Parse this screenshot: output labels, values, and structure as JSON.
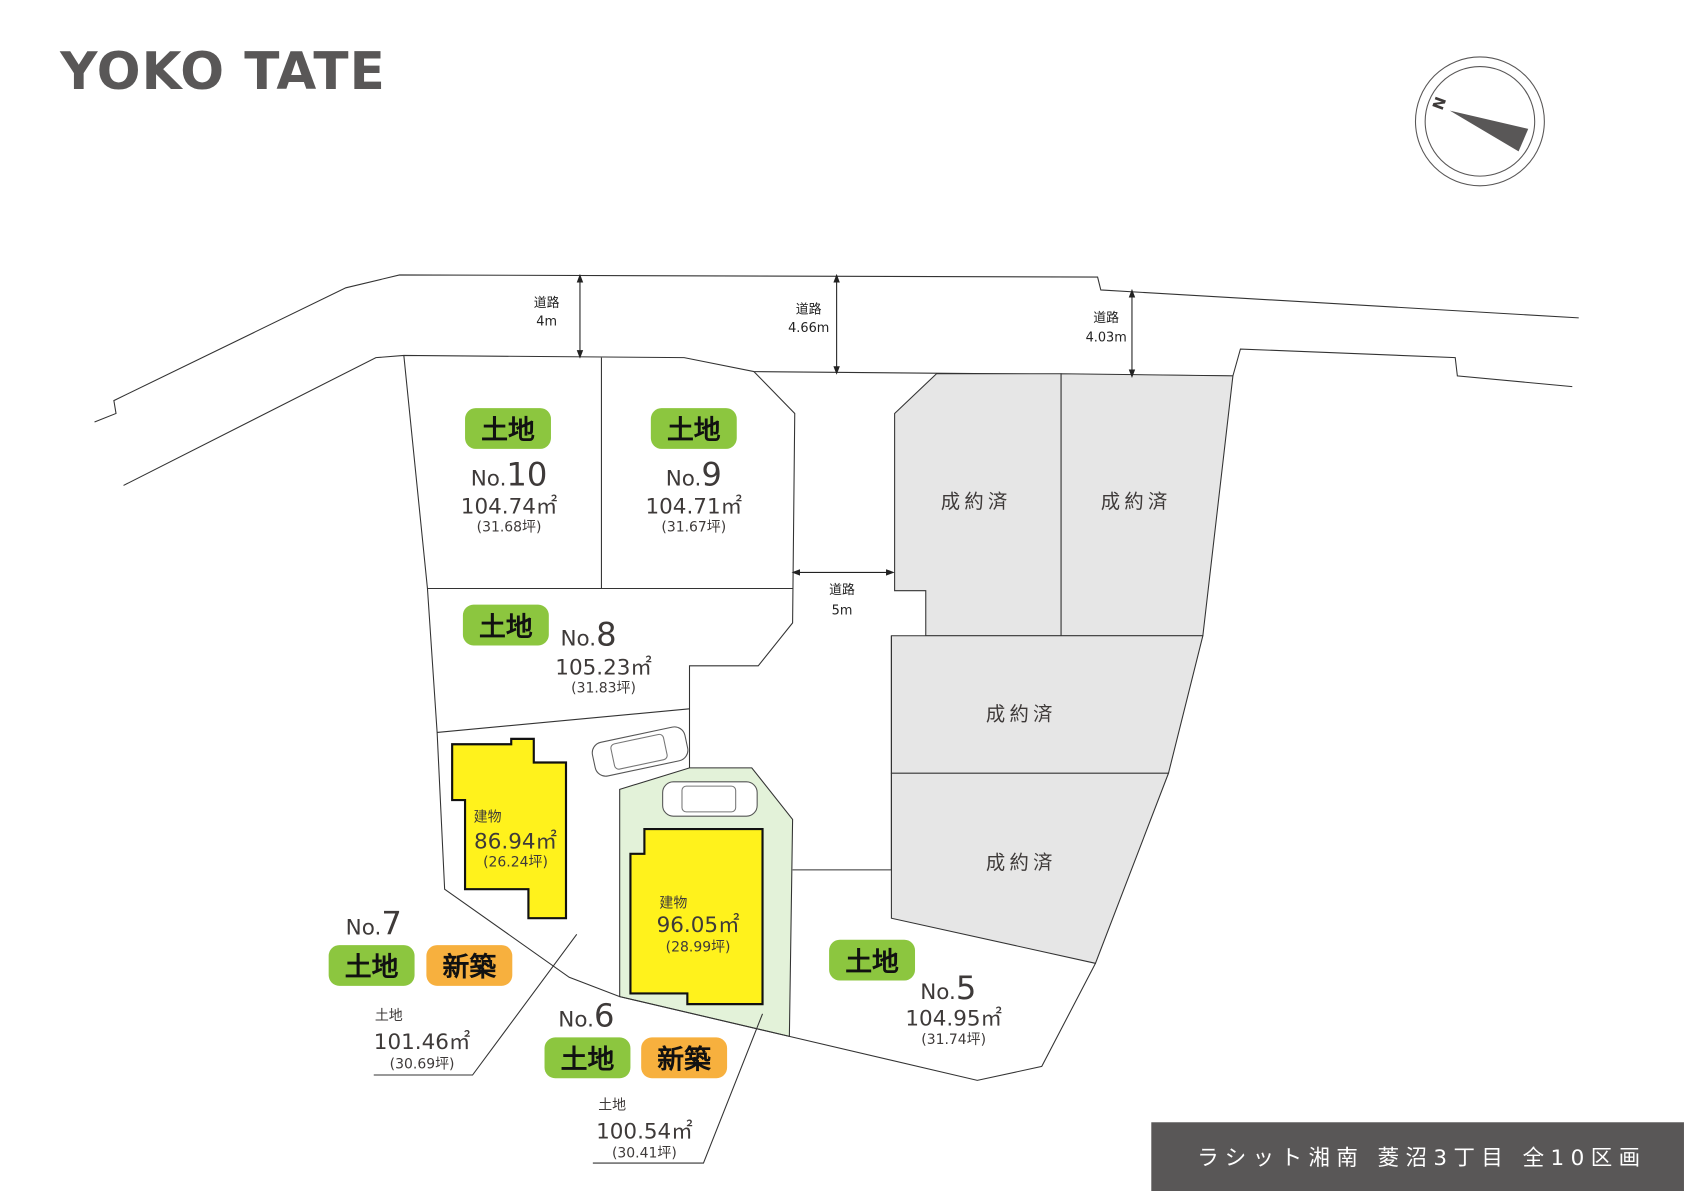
{
  "logo": "YOKO TATE",
  "compass": {
    "label": "N"
  },
  "roads": [
    {
      "label": "道路",
      "width": "4m"
    },
    {
      "label": "道路",
      "width": "4.66m"
    },
    {
      "label": "道路",
      "width": "4.03m"
    },
    {
      "label": "道路",
      "width": "5m"
    }
  ],
  "sold_label": "成約済",
  "badges": {
    "land": "土地",
    "new_build": "新築"
  },
  "lots": {
    "no10": {
      "no": "No.",
      "num": "10",
      "area": "104.74㎡",
      "tsubo": "(31.68坪)"
    },
    "no9": {
      "no": "No.",
      "num": "9",
      "area": "104.71㎡",
      "tsubo": "(31.67坪)"
    },
    "no8": {
      "no": "No.",
      "num": "8",
      "area": "105.23㎡",
      "tsubo": "(31.83坪)"
    },
    "no7": {
      "no": "No.",
      "num": "7",
      "land_label": "土地",
      "area": "101.46㎡",
      "tsubo": "(30.69坪)",
      "building": {
        "label": "建物",
        "area": "86.94㎡",
        "tsubo": "(26.24坪)"
      }
    },
    "no6": {
      "no": "No.",
      "num": "6",
      "land_label": "土地",
      "area": "100.54㎡",
      "tsubo": "(30.41坪)",
      "building": {
        "label": "建物",
        "area": "96.05㎡",
        "tsubo": "(28.99坪)"
      }
    },
    "no5": {
      "no": "No.",
      "num": "5",
      "area": "104.95㎡",
      "tsubo": "(31.74坪)"
    }
  },
  "footer": "ラシット湘南 菱沼3丁目 全10区画",
  "colors": {
    "land": "#8cc63f",
    "new_build": "#f7b03e",
    "building": "#fff21c",
    "sold": "#e6e6e6",
    "lot6": "#e3f2d9",
    "dark": "#595757"
  }
}
